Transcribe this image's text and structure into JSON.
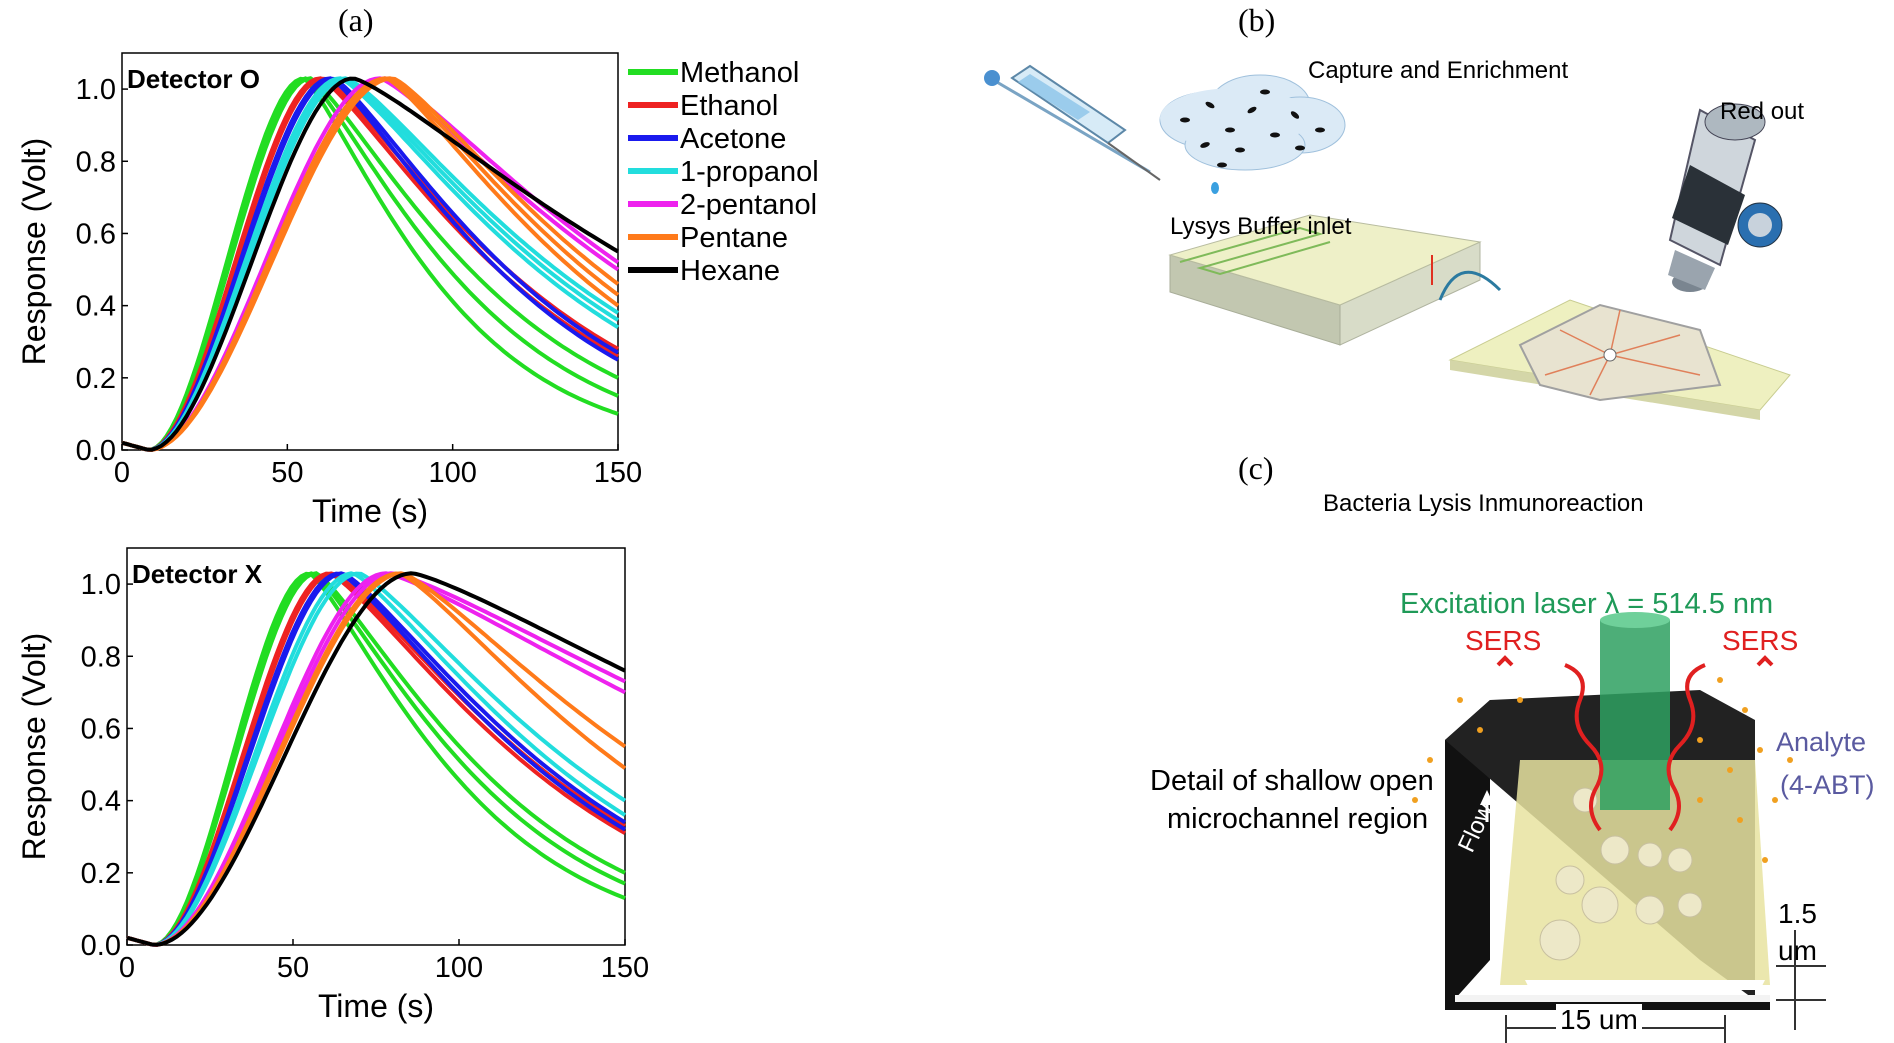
{
  "panels": {
    "a": {
      "label": "(a)"
    },
    "b": {
      "label": "(b)",
      "capture_label": "Capture and Enrichment",
      "red_out_label": "Red out",
      "lysis_inlet_label": "Lysys Buffer inlet",
      "bottom_label": "Bacteria Lysis Inmunoreaction"
    },
    "c": {
      "label": "(c)",
      "laser_label": "Excitation laser λ = 514.5 nm",
      "sers_left": "SERS",
      "sers_right": "SERS",
      "analyte_line1": "Analyte",
      "analyte_line2": "(4-ABT)",
      "detail_line1": "Detail of shallow open",
      "detail_line2": "microchannel region",
      "flow_label": "Flow",
      "depth_line1": "1.5",
      "depth_line2": "um",
      "width_label": "15 um"
    }
  },
  "chart_data": [
    {
      "type": "line",
      "title": "Detector O",
      "xlabel": "Time (s)",
      "ylabel": "Response (Volt)",
      "xlim": [
        0,
        150
      ],
      "ylim": [
        0,
        1.1
      ],
      "xticks": [
        0,
        50,
        100,
        150
      ],
      "yticks": [
        0.0,
        0.2,
        0.4,
        0.6,
        0.8,
        1.0
      ],
      "ytick_labels": [
        "0.0",
        "0.2",
        "0.4",
        "0.6",
        "0.8",
        "1.0"
      ],
      "legend_position": "right",
      "series": [
        {
          "name": "Methanol",
          "color": "#22dd22",
          "peaks": [
            {
              "x": 55,
              "y": 1.03,
              "end": 0.1
            },
            {
              "x": 56,
              "y": 1.03,
              "end": 0.15
            },
            {
              "x": 57,
              "y": 1.03,
              "end": 0.2
            }
          ]
        },
        {
          "name": "Ethanol",
          "color": "#ee2222",
          "peaks": [
            {
              "x": 60,
              "y": 1.03,
              "end": 0.26
            },
            {
              "x": 61,
              "y": 1.03,
              "end": 0.28
            }
          ]
        },
        {
          "name": "Acetone",
          "color": "#1a1aee",
          "peaks": [
            {
              "x": 63,
              "y": 1.03,
              "end": 0.25
            },
            {
              "x": 64,
              "y": 1.03,
              "end": 0.27
            }
          ]
        },
        {
          "name": "1-propanol",
          "color": "#22dddd",
          "peaks": [
            {
              "x": 66,
              "y": 1.03,
              "end": 0.34
            },
            {
              "x": 67,
              "y": 1.03,
              "end": 0.36
            },
            {
              "x": 68,
              "y": 1.03,
              "end": 0.38
            }
          ]
        },
        {
          "name": "2-pentanol",
          "color": "#ee22ee",
          "peaks": [
            {
              "x": 78,
              "y": 1.03,
              "end": 0.5
            },
            {
              "x": 80,
              "y": 1.03,
              "end": 0.52
            }
          ]
        },
        {
          "name": "Pentane",
          "color": "#ff7a1a",
          "peaks": [
            {
              "x": 80,
              "y": 1.03,
              "end": 0.4
            },
            {
              "x": 81,
              "y": 1.03,
              "end": 0.43
            },
            {
              "x": 82,
              "y": 1.03,
              "end": 0.46
            }
          ]
        },
        {
          "name": "Hexane",
          "color": "#000000",
          "peaks": [
            {
              "x": 70,
              "y": 1.03,
              "end": 0.55
            }
          ]
        }
      ]
    },
    {
      "type": "line",
      "title": "Detector X",
      "xlabel": "Time (s)",
      "ylabel": "Response (Volt)",
      "xlim": [
        0,
        150
      ],
      "ylim": [
        0,
        1.1
      ],
      "xticks": [
        0,
        50,
        100,
        150
      ],
      "yticks": [
        0.0,
        0.2,
        0.4,
        0.6,
        0.8,
        1.0
      ],
      "ytick_labels": [
        "0.0",
        "0.2",
        "0.4",
        "0.6",
        "0.8",
        "1.0"
      ],
      "series": [
        {
          "name": "Methanol",
          "color": "#22dd22",
          "peaks": [
            {
              "x": 55,
              "y": 1.03,
              "end": 0.13
            },
            {
              "x": 56,
              "y": 1.03,
              "end": 0.17
            },
            {
              "x": 57,
              "y": 1.03,
              "end": 0.2
            }
          ]
        },
        {
          "name": "Ethanol",
          "color": "#ee2222",
          "peaks": [
            {
              "x": 61,
              "y": 1.03,
              "end": 0.31
            },
            {
              "x": 62,
              "y": 1.03,
              "end": 0.33
            }
          ]
        },
        {
          "name": "Acetone",
          "color": "#1a1aee",
          "peaks": [
            {
              "x": 64,
              "y": 1.03,
              "end": 0.32
            },
            {
              "x": 65,
              "y": 1.03,
              "end": 0.34
            }
          ]
        },
        {
          "name": "1-propanol",
          "color": "#22dddd",
          "peaks": [
            {
              "x": 68,
              "y": 1.03,
              "end": 0.36
            },
            {
              "x": 70,
              "y": 1.03,
              "end": 0.4
            }
          ]
        },
        {
          "name": "2-pentanol",
          "color": "#ee22ee",
          "peaks": [
            {
              "x": 78,
              "y": 1.03,
              "end": 0.7
            },
            {
              "x": 80,
              "y": 1.03,
              "end": 0.73
            }
          ]
        },
        {
          "name": "Pentane",
          "color": "#ff7a1a",
          "peaks": [
            {
              "x": 82,
              "y": 1.03,
              "end": 0.49
            },
            {
              "x": 83,
              "y": 1.03,
              "end": 0.55
            }
          ]
        },
        {
          "name": "Hexane",
          "color": "#000000",
          "peaks": [
            {
              "x": 86,
              "y": 1.03,
              "end": 0.76
            }
          ]
        }
      ]
    }
  ]
}
